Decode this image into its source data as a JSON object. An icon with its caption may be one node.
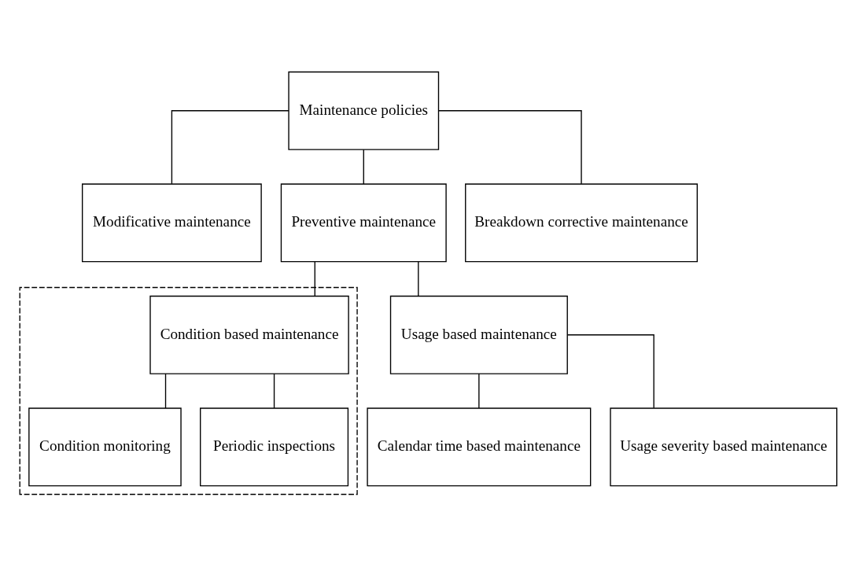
{
  "diagram": {
    "nodes": [
      {
        "text": [
          "Maintenance policies"
        ]
      },
      {
        "text": [
          "Modificative maintenance"
        ]
      },
      {
        "text": [
          "Preventive maintenance"
        ]
      },
      {
        "text": [
          "Breakdown corrective maintenance"
        ]
      },
      {
        "text": [
          "Usage based maintenance"
        ]
      },
      {
        "text": [],
        "shape": "box"
      },
      {
        "text": [
          "Condition based maintenance"
        ],
        "in": 5
      },
      {
        "text": [
          "Calendar time based maintenance"
        ]
      },
      {
        "text": [
          "Usage severity based maintenance"
        ]
      },
      {
        "text": [
          "Condition monitoring"
        ],
        "in": 5
      },
      {
        "text": [
          "Periodic inspections"
        ],
        "in": 5
      }
    ],
    "edges": [
      {
        "from": 0,
        "to": 1,
        "arrow": "none"
      },
      {
        "from": 0,
        "to": 2,
        "arrow": "none"
      },
      {
        "from": 0,
        "to": 3,
        "arrow": "none"
      },
      {
        "from": 2,
        "to": 4,
        "arrow": "none"
      },
      {
        "from": 2,
        "to": 6,
        "arrow": "none"
      },
      {
        "from": 4,
        "to": 7,
        "arrow": "none"
      },
      {
        "from": 4,
        "to": 8,
        "arrow": "none"
      },
      {
        "from": 6,
        "to": 9,
        "arrow": "none"
      },
      {
        "from": 6,
        "to": 10,
        "arrow": "none"
      }
    ]
  }
}
